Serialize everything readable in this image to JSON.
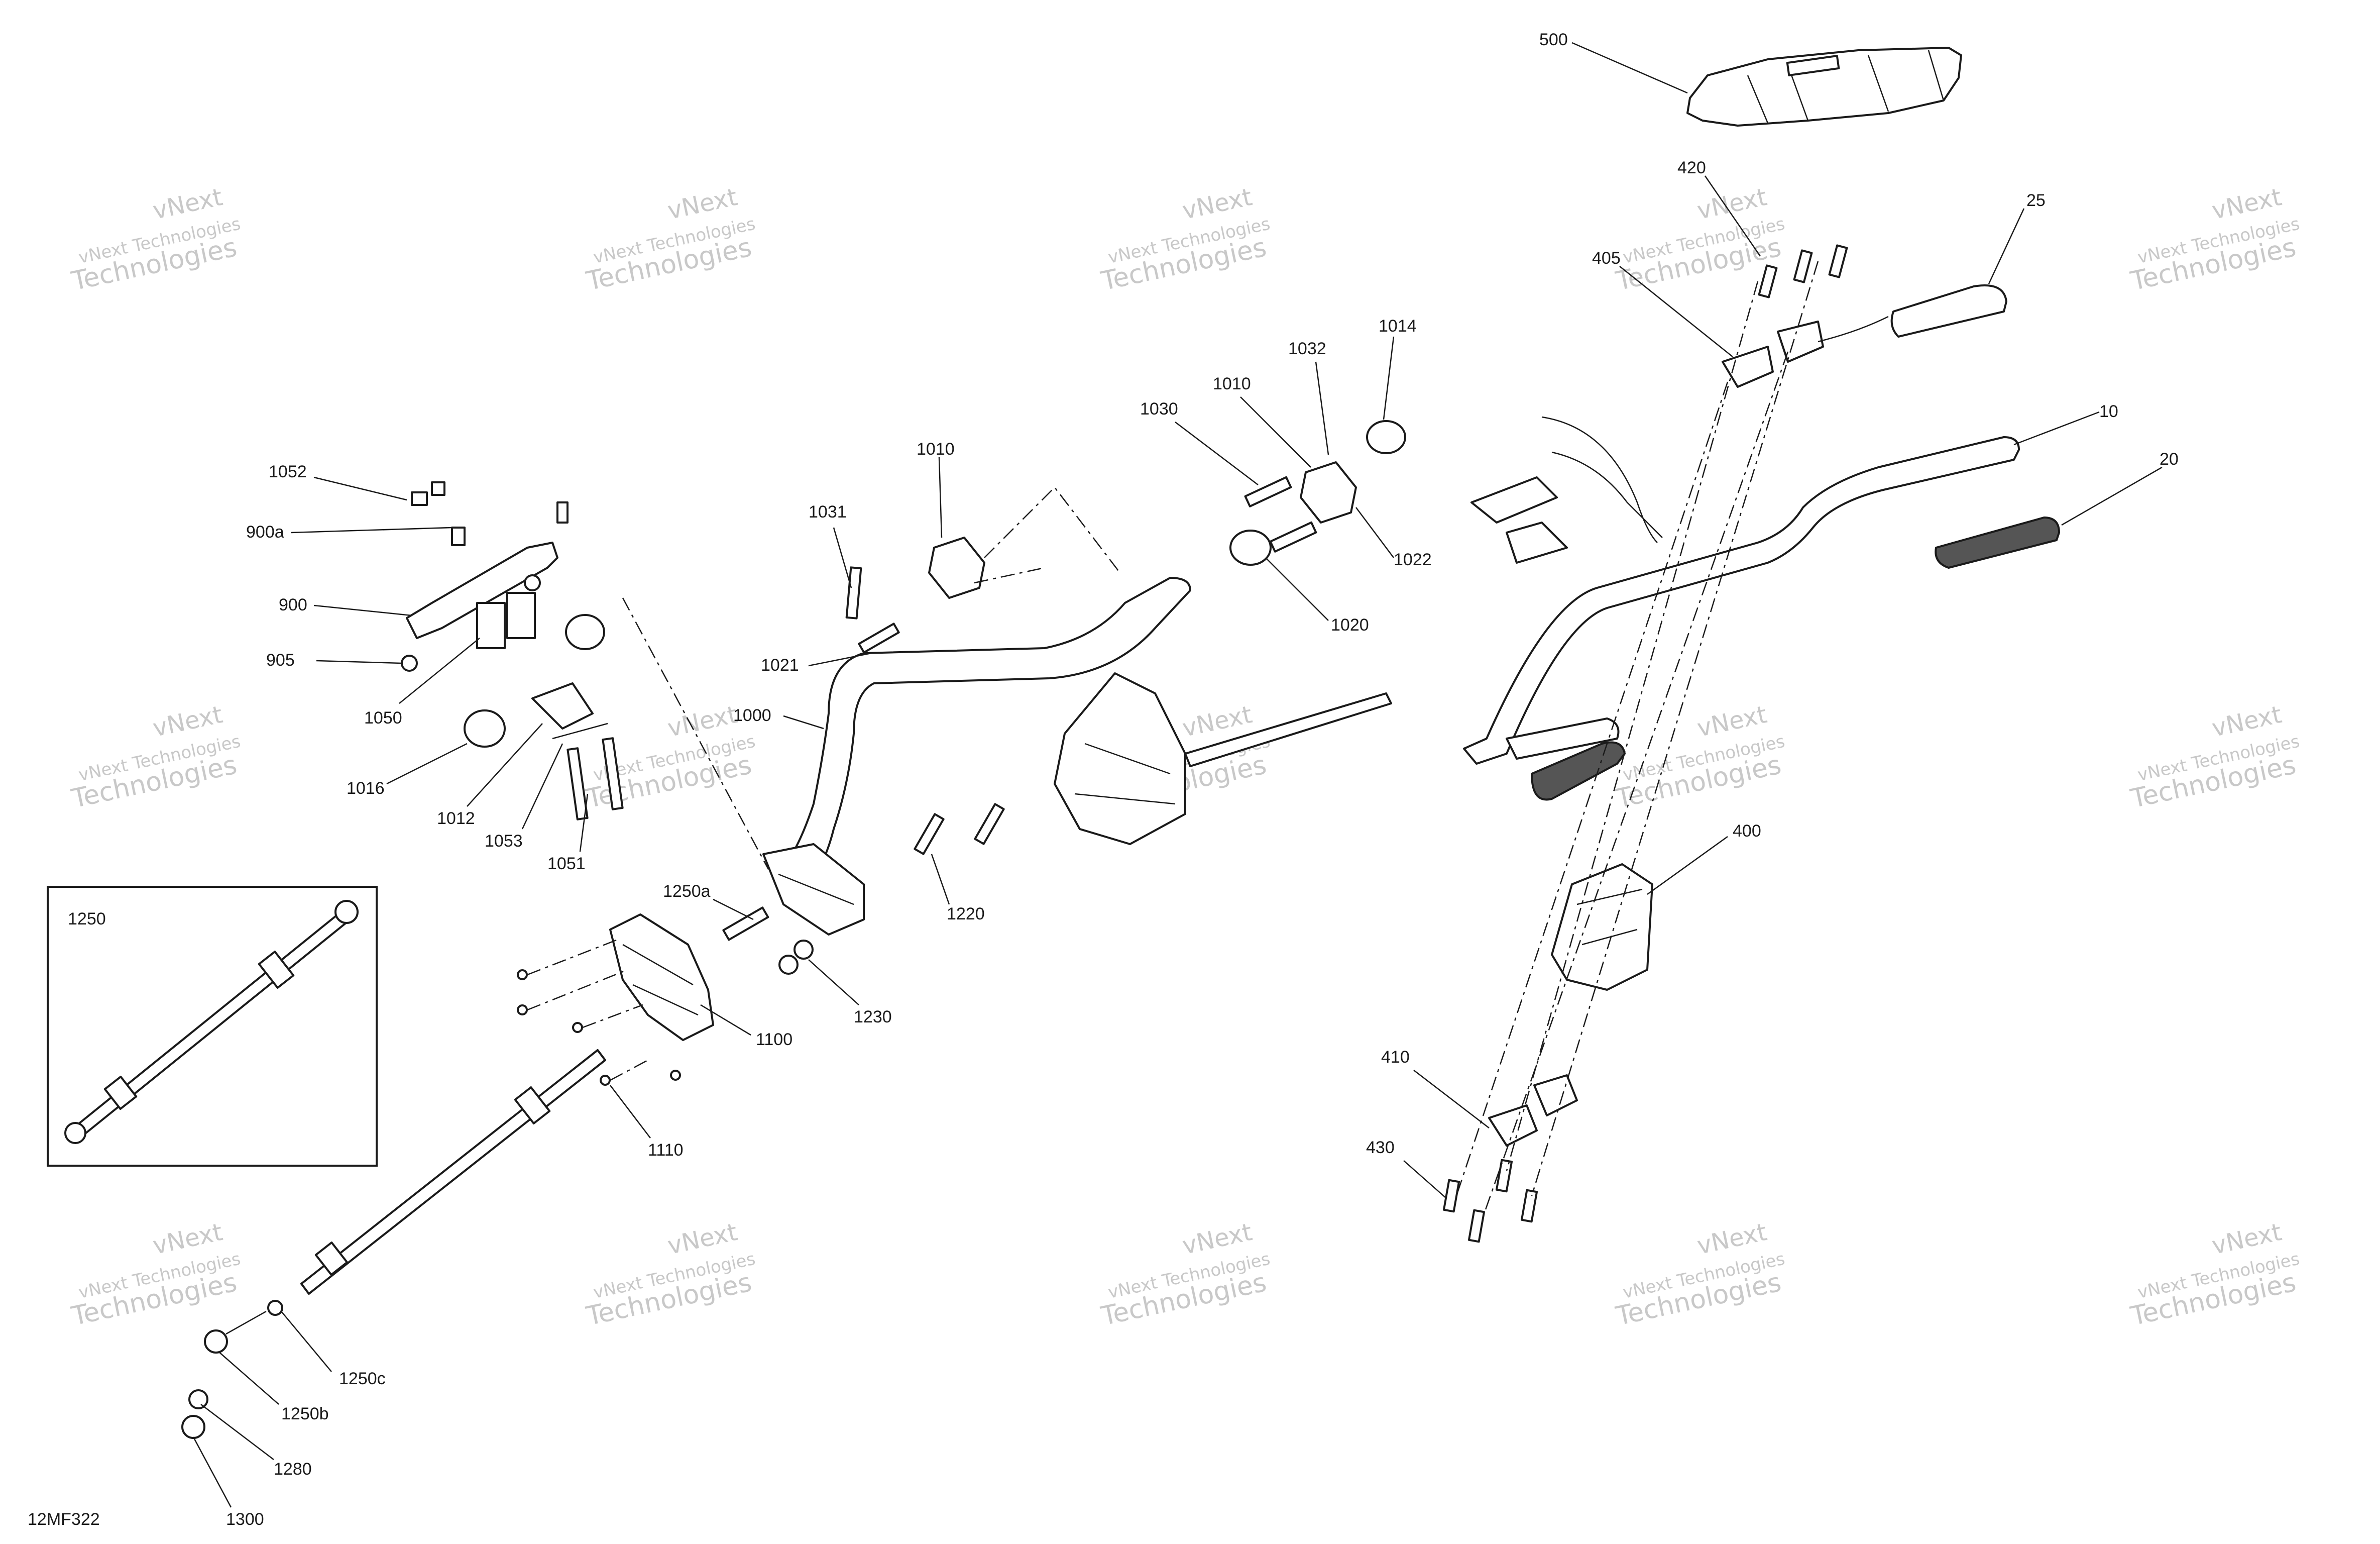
{
  "diagram": {
    "code": "12MF322",
    "inset_label": "1250",
    "watermark": {
      "line1": "vNext",
      "line2": "vNext Technologies",
      "line3": "Technologies"
    },
    "callouts": [
      "500",
      "420",
      "25",
      "405",
      "1014",
      "1032",
      "1010",
      "1030",
      "10",
      "20",
      "1010",
      "1052",
      "1031",
      "1022",
      "900a",
      "1020",
      "900",
      "1021",
      "905",
      "1050",
      "1000",
      "1016",
      "1012",
      "1053",
      "1051",
      "400",
      "1250a",
      "1220",
      "1230",
      "1100",
      "410",
      "1110",
      "430",
      "1250c",
      "1250b",
      "1280",
      "1300"
    ]
  }
}
